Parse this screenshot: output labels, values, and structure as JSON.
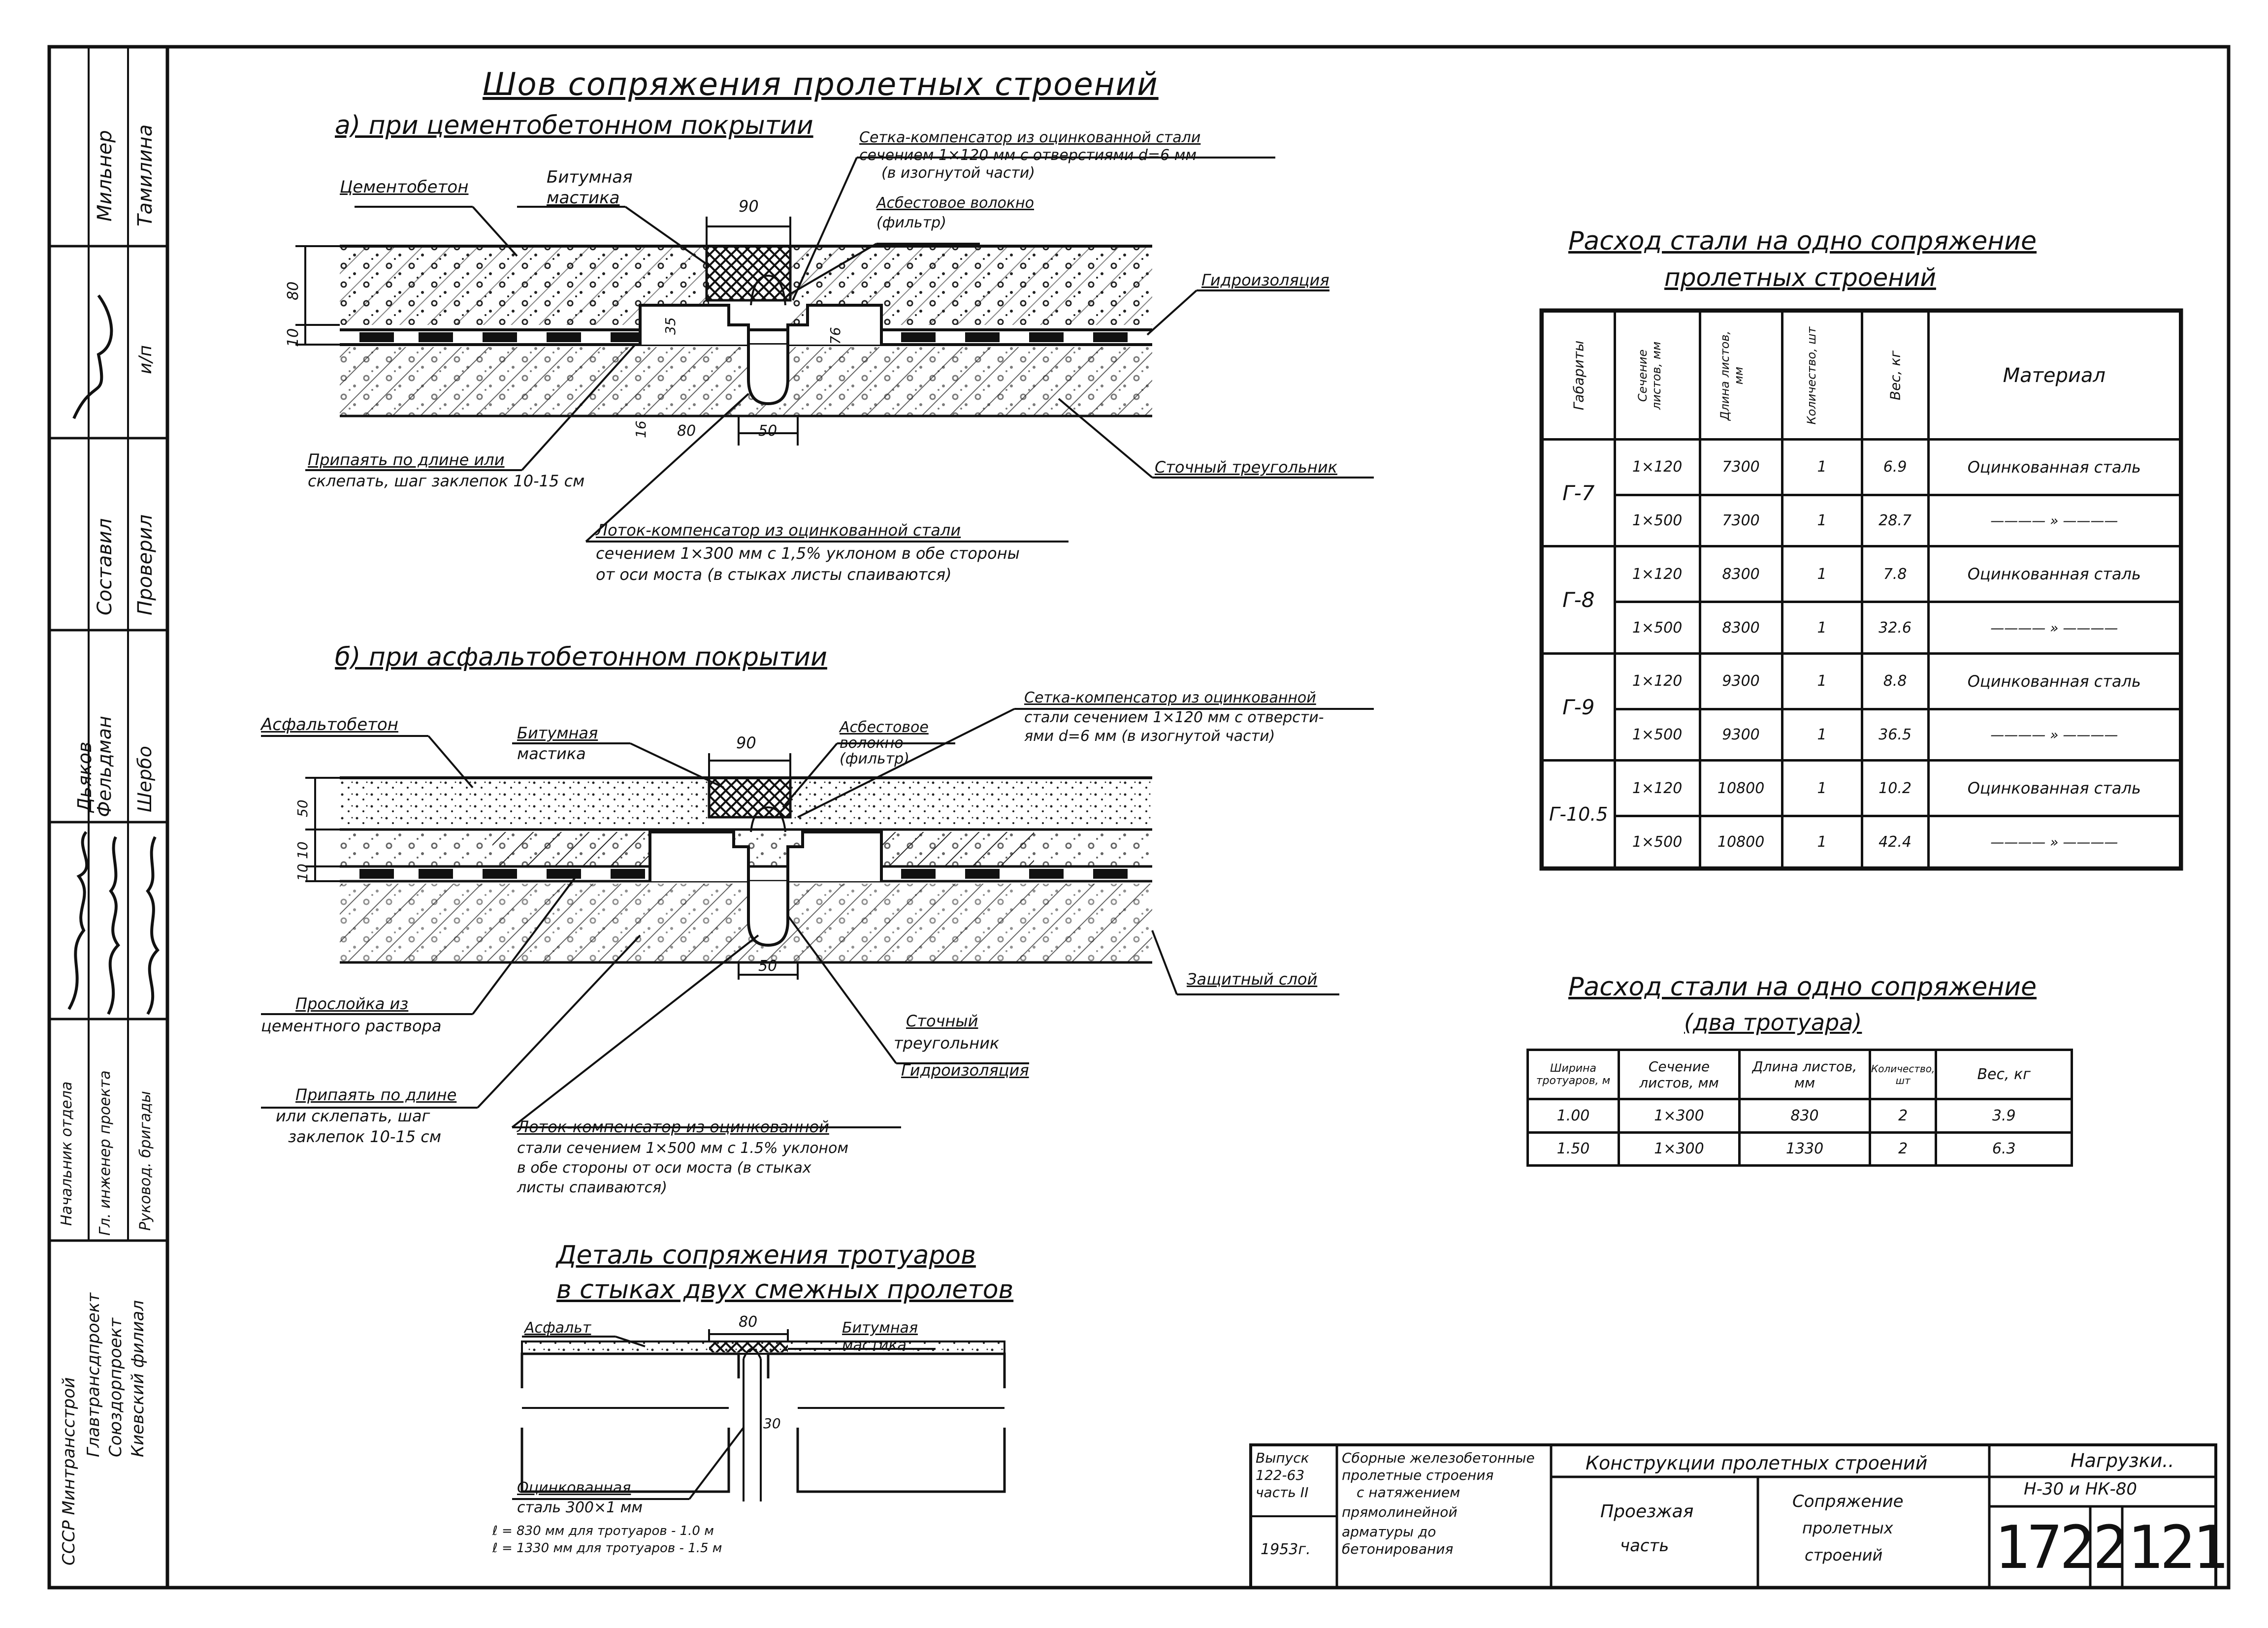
{
  "title_main": "Шов сопряжения пролетных строений",
  "section_a": {
    "heading": "а) при цементобетонном покрытии",
    "labels": {
      "cement": "Цементобетон",
      "bitumen1": "Битумная",
      "bitumen2": "мастика",
      "mesh1": "Сетка-компенсатор из оцинкованной стали",
      "mesh2": "сечением 1×120 мм с отверстиями d=6 мм",
      "mesh3": "(в изогнутой части)",
      "asbest1": "Асбестовое волокно",
      "asbest2": "(фильтр)",
      "waterproof": "Гидроизоляция",
      "solder1": "Припаять по длине или",
      "solder2": "склепать, шаг заклепок 10-15 см",
      "drain_triangle": "Сточный треугольник",
      "tray1": "Лоток-компенсатор из оцинкованной стали",
      "tray2": "сечением 1×300 мм с 1,5% уклоном в обе стороны",
      "tray3": "от оси моста (в стыках листы спаиваются)"
    },
    "dims": {
      "d90": "90",
      "d80": "80",
      "d10": "10",
      "d35": "35",
      "d76": "76",
      "d16": "16",
      "d50": "50",
      "d80b": "80"
    }
  },
  "section_b": {
    "heading": "б) при асфальтобетонном покрытии",
    "labels": {
      "asphalt": "Асфальтобетон",
      "bitumen1": "Битумная",
      "bitumen2": "мастика",
      "asbest1": "Асбестовое",
      "asbest2": "волокно",
      "asbest3": "(фильтр)",
      "mesh1": "Сетка-компенсатор из оцинкованной",
      "mesh2": "стали сечением 1×120 мм с отверсти-",
      "mesh3": "ями d=6 мм (в изогнутой части)",
      "protect": "Защитный слой",
      "layer1": "Прослойка из",
      "layer2": "цементного раствора",
      "solder1": "Припаять по длине",
      "solder2": "или склепать, шаг",
      "solder3": "заклепок 10-15 см",
      "drain1": "Сточный",
      "drain2": "треугольник",
      "waterproof": "Гидроизоляция",
      "tray1": "Лоток-компенсатор из оцинкованной",
      "tray2": "стали сечением 1×500 мм с 1.5% уклоном",
      "tray3": "в обе стороны от оси моста (в стыках",
      "tray4": "листы спаиваются)"
    },
    "dims": {
      "d90": "90",
      "d50": "50",
      "d50b": "50",
      "d10a": "10",
      "d10b": "10"
    }
  },
  "detail": {
    "heading1": "Деталь сопряжения тротуаров",
    "heading2": "в стыках двух смежных пролетов",
    "asphalt": "Асфальт",
    "bitumen1": "Битумная",
    "bitumen2": "мастика",
    "galv1": "Оцинкованная",
    "galv2": "сталь 300×1 мм",
    "note1": "ℓ = 830 мм для тротуаров - 1.0 м",
    "note2": "ℓ = 1330 мм для тротуаров - 1.5 м",
    "dim80": "80",
    "dim30": "30"
  },
  "table1": {
    "title1": "Расход стали на одно сопряжение",
    "title2": "пролетных строений",
    "headers": [
      "Габариты",
      "Сечение листов, мм",
      "Длина листов, мм",
      "Количество, шт",
      "Вес, кг",
      "Материал"
    ],
    "groups": [
      {
        "gabarit": "Г-7",
        "rows": [
          {
            "section": "1×120",
            "length": "7300",
            "count": "1",
            "weight": "6.9",
            "material": "Оцинкованная сталь"
          },
          {
            "section": "1×500",
            "length": "7300",
            "count": "1",
            "weight": "28.7",
            "material": "———— » ————"
          }
        ]
      },
      {
        "gabarit": "Г-8",
        "rows": [
          {
            "section": "1×120",
            "length": "8300",
            "count": "1",
            "weight": "7.8",
            "material": "Оцинкованная сталь"
          },
          {
            "section": "1×500",
            "length": "8300",
            "count": "1",
            "weight": "32.6",
            "material": "———— » ————"
          }
        ]
      },
      {
        "gabarit": "Г-9",
        "rows": [
          {
            "section": "1×120",
            "length": "9300",
            "count": "1",
            "weight": "8.8",
            "material": "Оцинкованная сталь"
          },
          {
            "section": "1×500",
            "length": "9300",
            "count": "1",
            "weight": "36.5",
            "material": "———— » ————"
          }
        ]
      },
      {
        "gabarit": "Г-10.5",
        "rows": [
          {
            "section": "1×120",
            "length": "10800",
            "count": "1",
            "weight": "10.2",
            "material": "Оцинкованная сталь"
          },
          {
            "section": "1×500",
            "length": "10800",
            "count": "1",
            "weight": "42.4",
            "material": "———— » ————"
          }
        ]
      }
    ]
  },
  "table2": {
    "title1": "Расход стали на одно сопряжение",
    "title2": "(два тротуара)",
    "headers": [
      "Ширина тротуаров, м",
      "Сечение листов, мм",
      "Длина листов, мм",
      "Количество, шт",
      "Вес, кг"
    ],
    "rows": [
      {
        "width": "1.00",
        "section": "1×300",
        "length": "830",
        "count": "2",
        "weight": "3.9"
      },
      {
        "width": "1.50",
        "section": "1×300",
        "length": "1330",
        "count": "2",
        "weight": "6.3"
      }
    ]
  },
  "left_stamp": {
    "names_right": [
      "Тамилина",
      "",
      "Проверил",
      "Шербо"
    ],
    "names_mid": [
      "Мильнер",
      "",
      "Составил",
      "Дьяков",
      "Фельдман"
    ],
    "roles": [
      "Начальник отдела",
      "Гл. инженер проекта",
      "Руковод. бригады"
    ],
    "org": [
      "СССР Минтрансстрой",
      "Главтрансдпроект",
      "Союздорпроект",
      "Киевский филиал"
    ],
    "date_mark": "и/п"
  },
  "title_block": {
    "issue1": "Выпуск",
    "issue2": "122-63",
    "issue3": "часть II",
    "year": "1953г.",
    "desc": [
      "Сборные железобетонные",
      "пролетные строения",
      "с натяжением",
      "прямолинейной",
      "арматуры до",
      "бетонирования"
    ],
    "header": "Конструкции пролетных строений",
    "part": [
      "Проезжая",
      "часть"
    ],
    "subject": [
      "Сопряжение",
      "пролетных",
      "строений"
    ],
    "load1": "Нагрузки..",
    "load2": "Н-30 и НК-80",
    "num1": "172",
    "num2": "2",
    "num3": "121"
  }
}
